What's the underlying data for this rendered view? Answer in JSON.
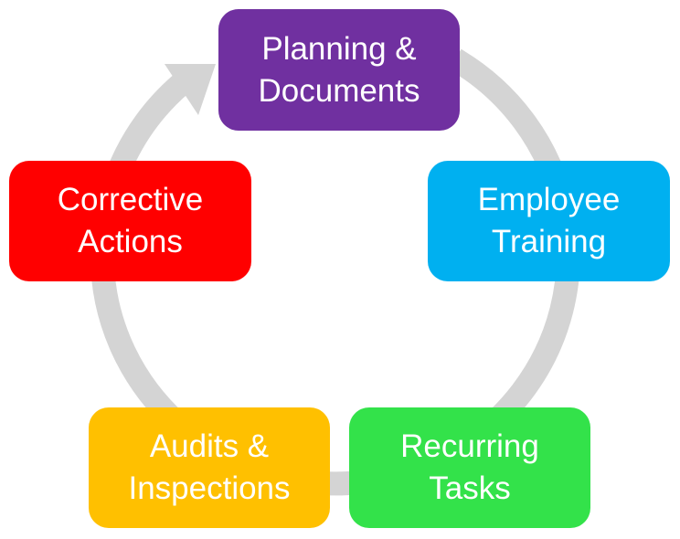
{
  "colors": {
    "ring": "#d4d4d4",
    "planning": "#7030a0",
    "training": "#00b0f0",
    "recurring": "#33e24a",
    "audits": "#ffc000",
    "corrective": "#ff0000"
  },
  "nodes": {
    "planning": {
      "label": "Planning &\nDocuments"
    },
    "training": {
      "label": "Employee\nTraining"
    },
    "recurring": {
      "label": "Recurring\nTasks"
    },
    "audits": {
      "label": "Audits &\nInspections"
    },
    "corrective": {
      "label": "Corrective\nActions"
    }
  }
}
